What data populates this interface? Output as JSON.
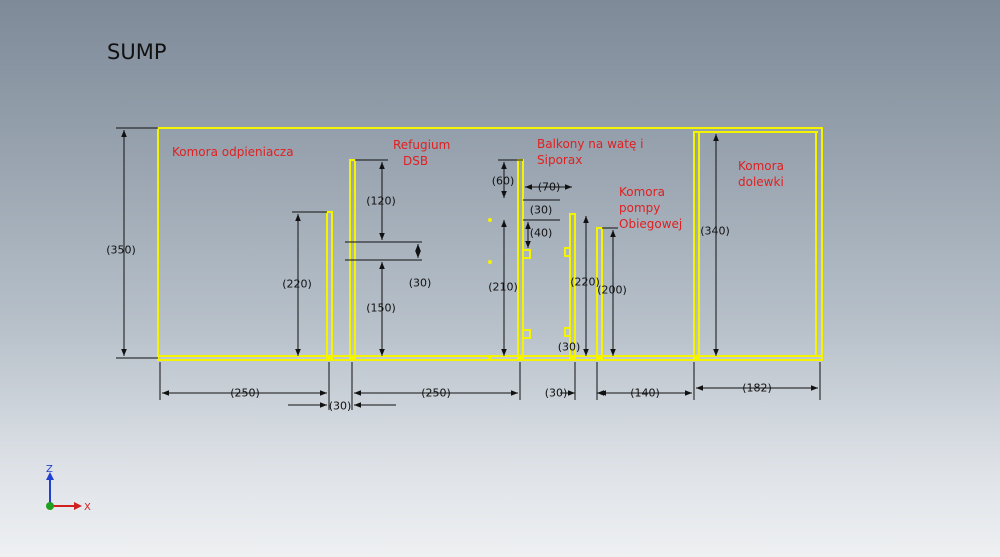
{
  "title": "SUMP",
  "chambers": {
    "komora_odpieniacza": "Komora odpieniacza",
    "refugium_line1": "Refugium",
    "refugium_line2": "DSB",
    "balkony_line1": "Balkony na watę i",
    "balkony_line2": "Siporax",
    "pompy_line1": "Komora",
    "pompy_line2": "pompy",
    "pompy_line3": "Obiegowej",
    "dolewki_line1": "Komora",
    "dolewki_line2": "dolewki"
  },
  "dimensions": {
    "height_total": "(350)",
    "wall_220_left": "(220)",
    "refugium_upper": "(120)",
    "refugium_gap": "(30)",
    "refugium_lower": "(150)",
    "balkony_top": "(60)",
    "balkony_70": "(70)",
    "balkony_30": "(30)",
    "balkony_40": "(40)",
    "wall_210": "(210)",
    "wall_220_right": "(220)",
    "wall_200": "(200)",
    "bottom_30_small": "(30)",
    "dolewki_340": "(340)",
    "width_250_left": "(250)",
    "width_30_a": "(30)",
    "width_250_mid": "(250)",
    "width_30_b": "(30)",
    "width_140": "(140)",
    "width_182": "(182)"
  },
  "axes": {
    "z": "Z",
    "x": "X"
  },
  "colors": {
    "outline": "#f4f400",
    "dimension": "#111111",
    "label": "#e02020"
  }
}
